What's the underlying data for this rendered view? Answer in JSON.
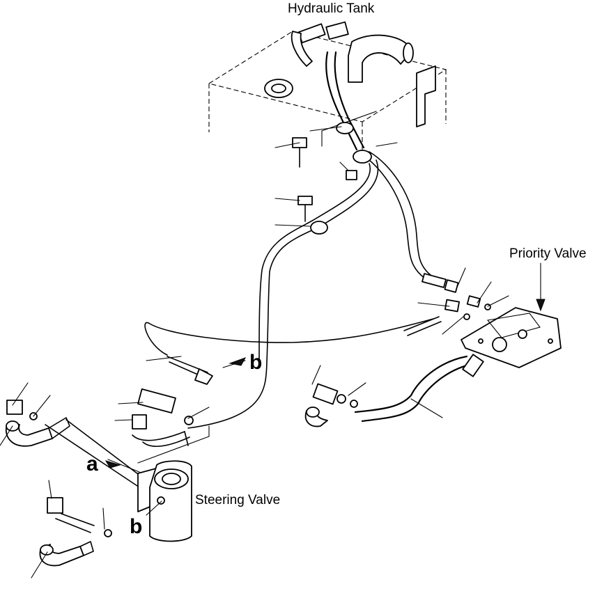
{
  "labels": {
    "hydraulic_tank": "Hydraulic Tank",
    "priority_valve": "Priority Valve",
    "steering_valve": "Steering Valve",
    "ref_a": "a",
    "ref_b_upper": "b",
    "ref_b_lower": "b"
  }
}
